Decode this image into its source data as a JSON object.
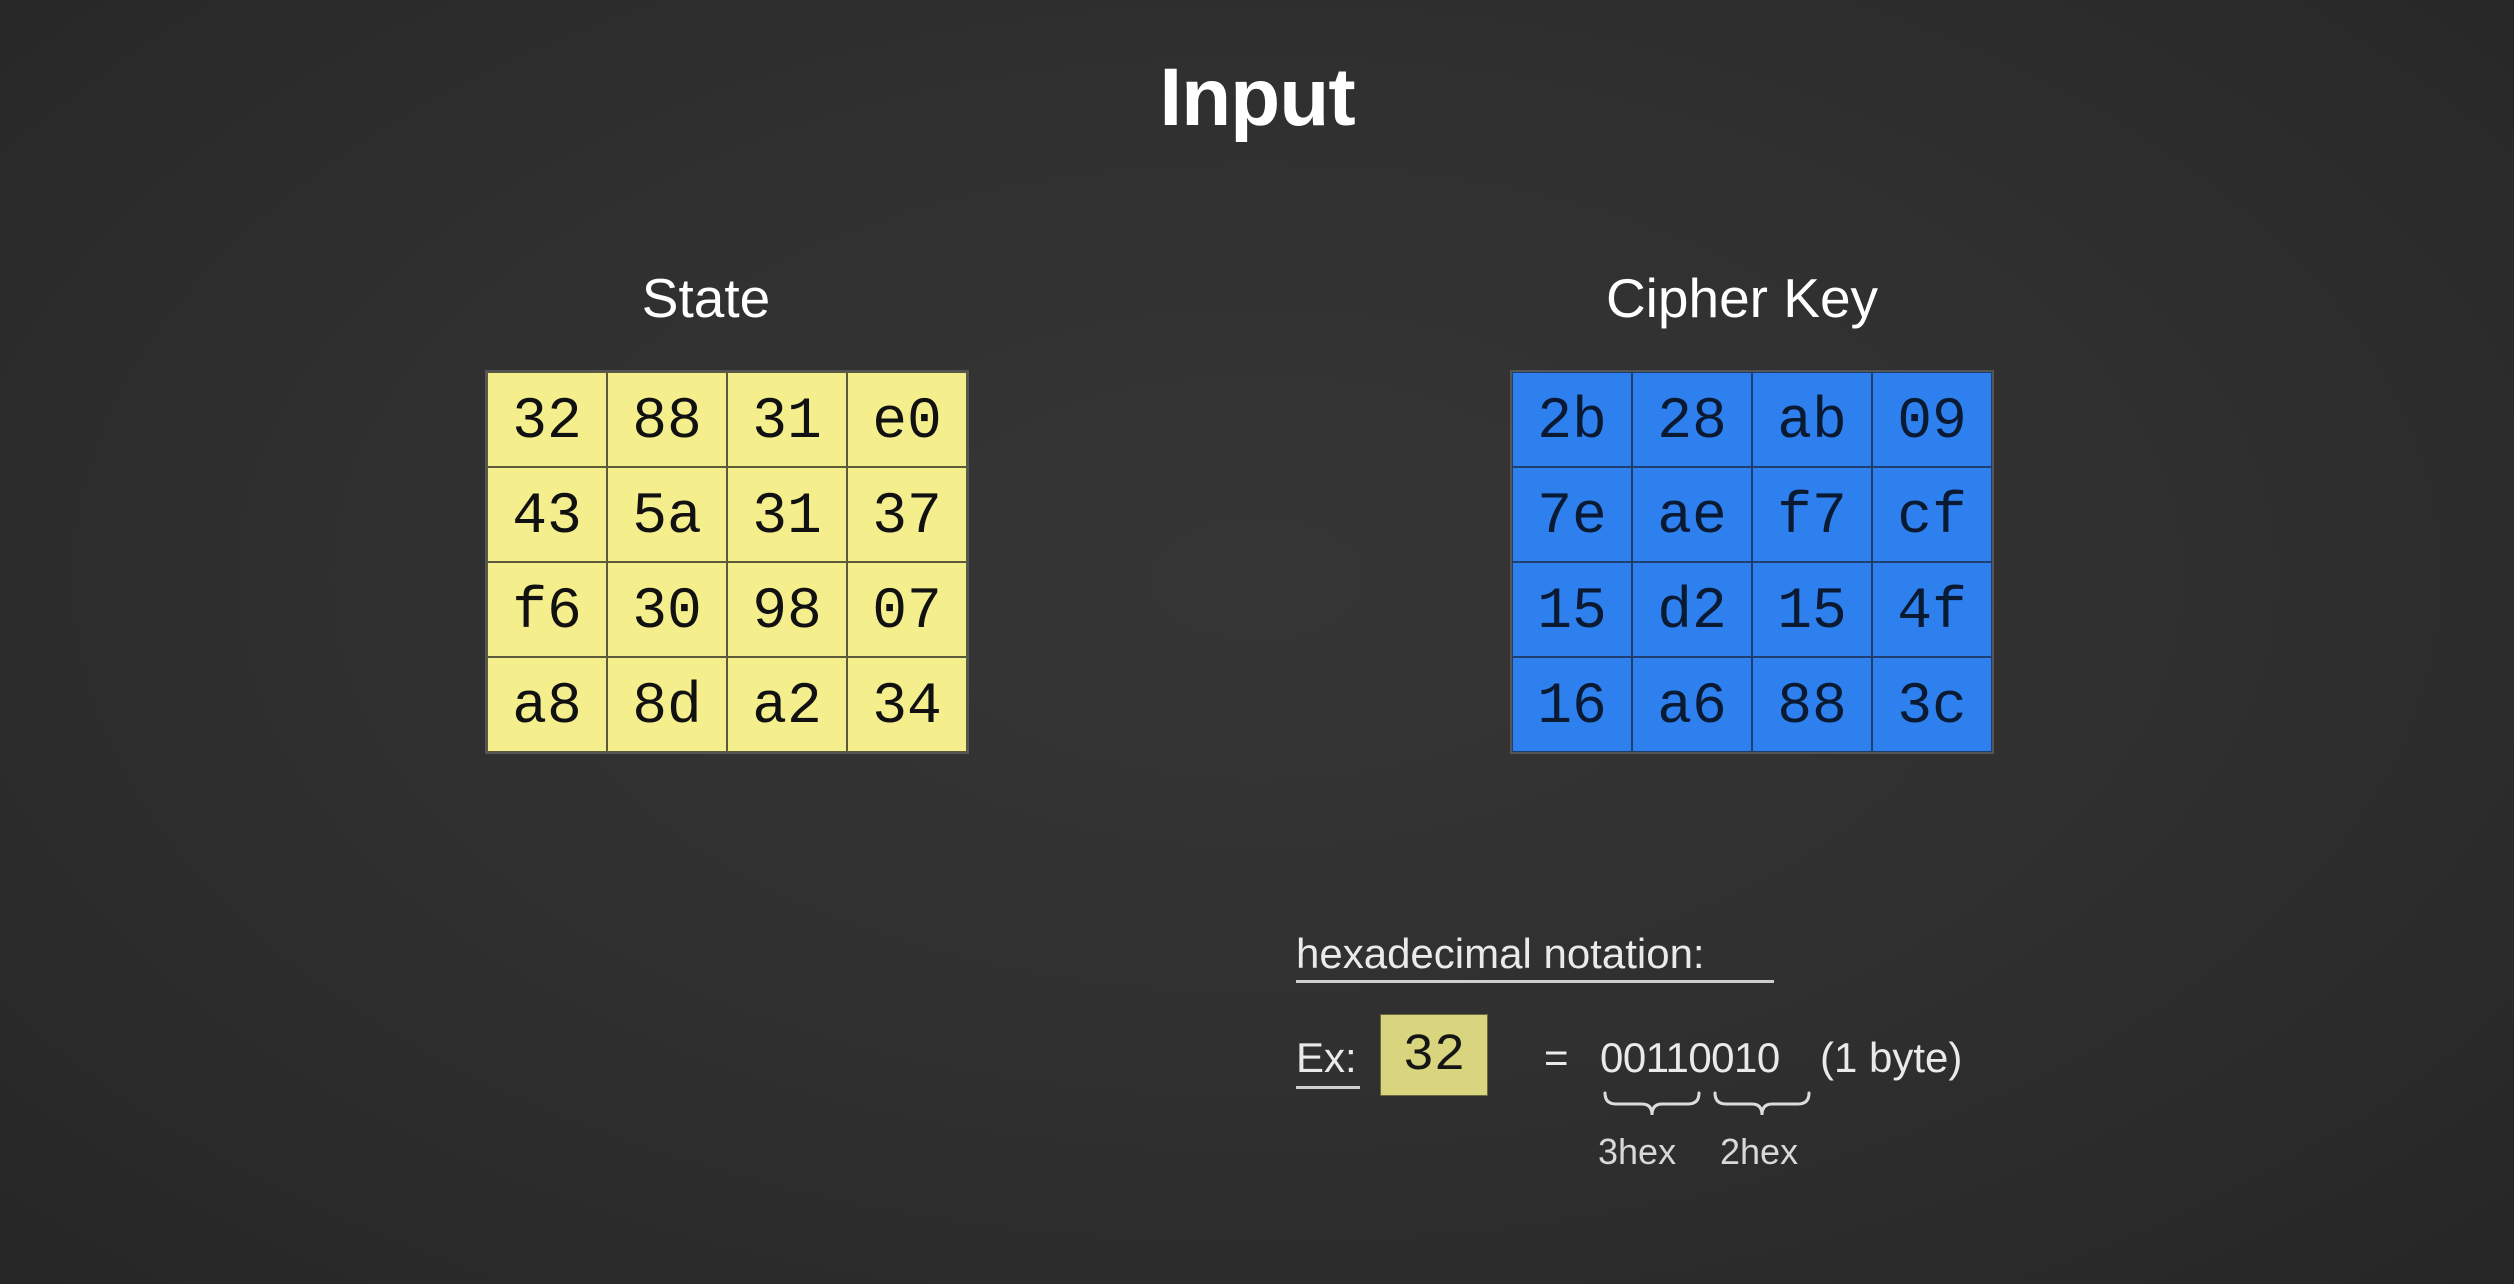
{
  "title": "Input",
  "state": {
    "title": "State",
    "color": "#f4ee8d",
    "rows": [
      [
        "32",
        "88",
        "31",
        "e0"
      ],
      [
        "43",
        "5a",
        "31",
        "37"
      ],
      [
        "f6",
        "30",
        "98",
        "07"
      ],
      [
        "a8",
        "8d",
        "a2",
        "34"
      ]
    ]
  },
  "cipher_key": {
    "title": "Cipher Key",
    "color": "#2e80ee",
    "rows": [
      [
        "2b",
        "28",
        "ab",
        "09"
      ],
      [
        "7e",
        "ae",
        "f7",
        "cf"
      ],
      [
        "15",
        "d2",
        "15",
        "4f"
      ],
      [
        "16",
        "a6",
        "88",
        "3c"
      ]
    ]
  },
  "notation": {
    "label": "hexadecimal notation:",
    "example_label": "Ex:",
    "example_value": "32",
    "equals": "=",
    "binary": "00110010",
    "byte_note": "(1 byte)",
    "left_brace_label": "3hex",
    "right_brace_label": "2hex"
  }
}
